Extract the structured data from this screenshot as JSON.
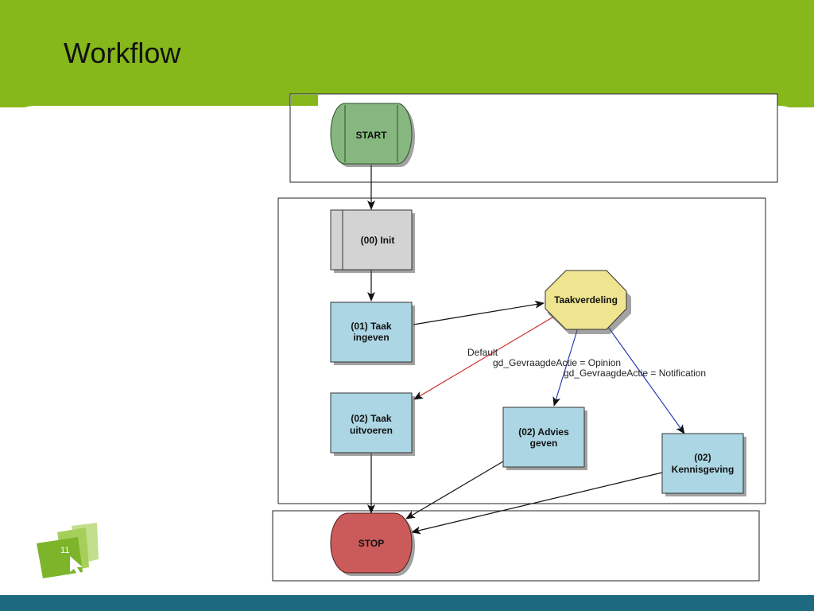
{
  "slide": {
    "title": "Workflow",
    "page_number": "11"
  },
  "colors": {
    "header": "#86b81b",
    "footer": "#1d6a80",
    "start_fill": "#86b77f",
    "stop_fill": "#cb5b5b",
    "init_fill": "#d3d3d3",
    "task_fill": "#acd6e4",
    "decision_fill": "#efe48f",
    "default_edge": "#cc2222",
    "condition_edge": "#1a2fb0"
  },
  "nodes": {
    "start": "START",
    "init": "(00) Init",
    "taak_ingeven": [
      "(01) Taak",
      "ingeven"
    ],
    "taakverdeling": "Taakverdeling",
    "taak_uitvoeren": [
      "(02) Taak",
      "uitvoeren"
    ],
    "advies_geven": [
      "(02) Advies",
      "geven"
    ],
    "kennisgeving": [
      "(02)",
      "Kennisgeving"
    ],
    "stop": "STOP"
  },
  "edges": {
    "default_label": "Default",
    "opinion_label": "gd_GevraagdeActie = Opinion",
    "notification_label": "gd_GevraagdeActie = Notification"
  }
}
